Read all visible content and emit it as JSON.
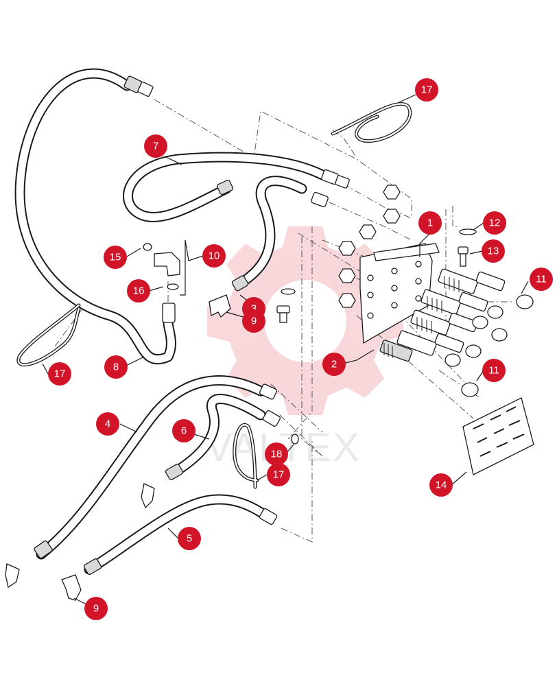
{
  "watermark": {
    "text": "VALTEX",
    "color": "#f4b8bd"
  },
  "colors": {
    "callout": "#d11428",
    "callout_text": "#ffffff",
    "line": "#1a1a1a"
  },
  "callouts": [
    {
      "id": "c1",
      "label": "1"
    },
    {
      "id": "c2",
      "label": "2"
    },
    {
      "id": "c3",
      "label": "3"
    },
    {
      "id": "c4",
      "label": "4"
    },
    {
      "id": "c5",
      "label": "5"
    },
    {
      "id": "c6",
      "label": "6"
    },
    {
      "id": "c7",
      "label": "7"
    },
    {
      "id": "c8",
      "label": "8"
    },
    {
      "id": "c9a",
      "label": "9"
    },
    {
      "id": "c9b",
      "label": "9"
    },
    {
      "id": "c10",
      "label": "10"
    },
    {
      "id": "c11a",
      "label": "11"
    },
    {
      "id": "c11b",
      "label": "11"
    },
    {
      "id": "c12",
      "label": "12"
    },
    {
      "id": "c13",
      "label": "13"
    },
    {
      "id": "c14",
      "label": "14"
    },
    {
      "id": "c15",
      "label": "15"
    },
    {
      "id": "c16",
      "label": "16"
    },
    {
      "id": "c17a",
      "label": "17"
    },
    {
      "id": "c17b",
      "label": "17"
    },
    {
      "id": "c17c",
      "label": "17"
    },
    {
      "id": "c18",
      "label": "18"
    }
  ]
}
